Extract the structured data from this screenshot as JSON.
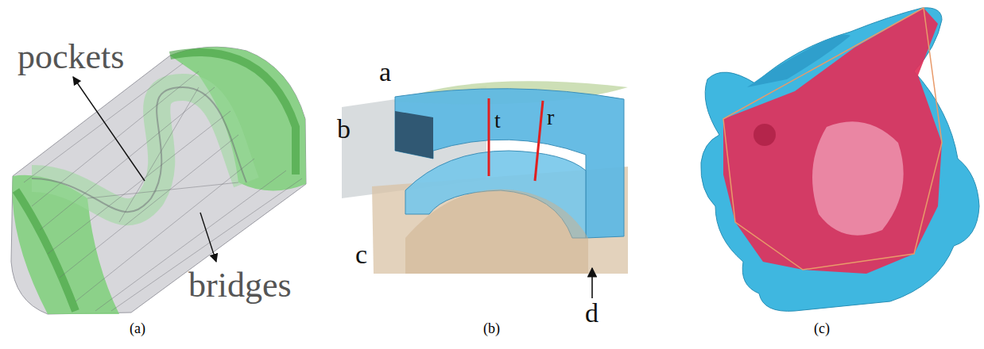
{
  "diagram": {
    "labels": [
      "pockets",
      "bridges",
      "a",
      "b",
      "c",
      "d",
      "t",
      "r",
      "(a)",
      "(b)",
      "(c)"
    ]
  }
}
